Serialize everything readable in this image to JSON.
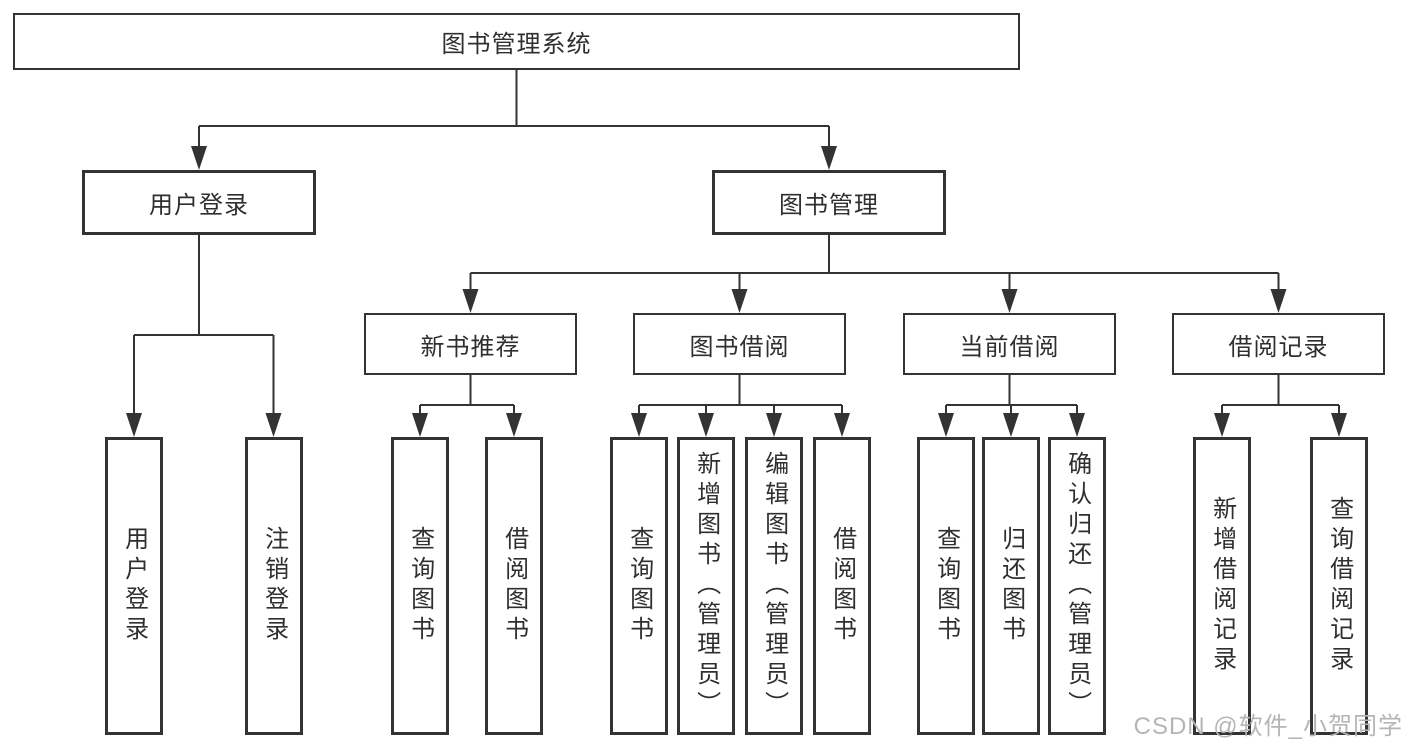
{
  "colors": {
    "line": "#333333",
    "text": "#2f2f2f",
    "box_fill": "#ffffff",
    "background": "#ffffff",
    "watermark": "#b5b5b5"
  },
  "watermark": {
    "text": "CSDN @软件_小贺同学"
  },
  "tree": {
    "root": {
      "label": "图书管理系统"
    },
    "children": [
      {
        "label": "用户登录",
        "children": [
          {
            "label": "用户登录"
          },
          {
            "label": "注销登录"
          }
        ]
      },
      {
        "label": "图书管理",
        "children": [
          {
            "label": "新书推荐",
            "children": [
              {
                "label": "查询图书"
              },
              {
                "label": "借阅图书"
              }
            ]
          },
          {
            "label": "图书借阅",
            "children": [
              {
                "label": "查询图书"
              },
              {
                "label": "新增图书（管理员）"
              },
              {
                "label": "编辑图书（管理员）"
              },
              {
                "label": "借阅图书"
              }
            ]
          },
          {
            "label": "当前借阅",
            "children": [
              {
                "label": "查询图书"
              },
              {
                "label": "归还图书"
              },
              {
                "label": "确认归还（管理员）"
              }
            ]
          },
          {
            "label": "借阅记录",
            "children": [
              {
                "label": "新增借阅记录"
              },
              {
                "label": "查询借阅记录"
              }
            ]
          }
        ]
      }
    ]
  }
}
